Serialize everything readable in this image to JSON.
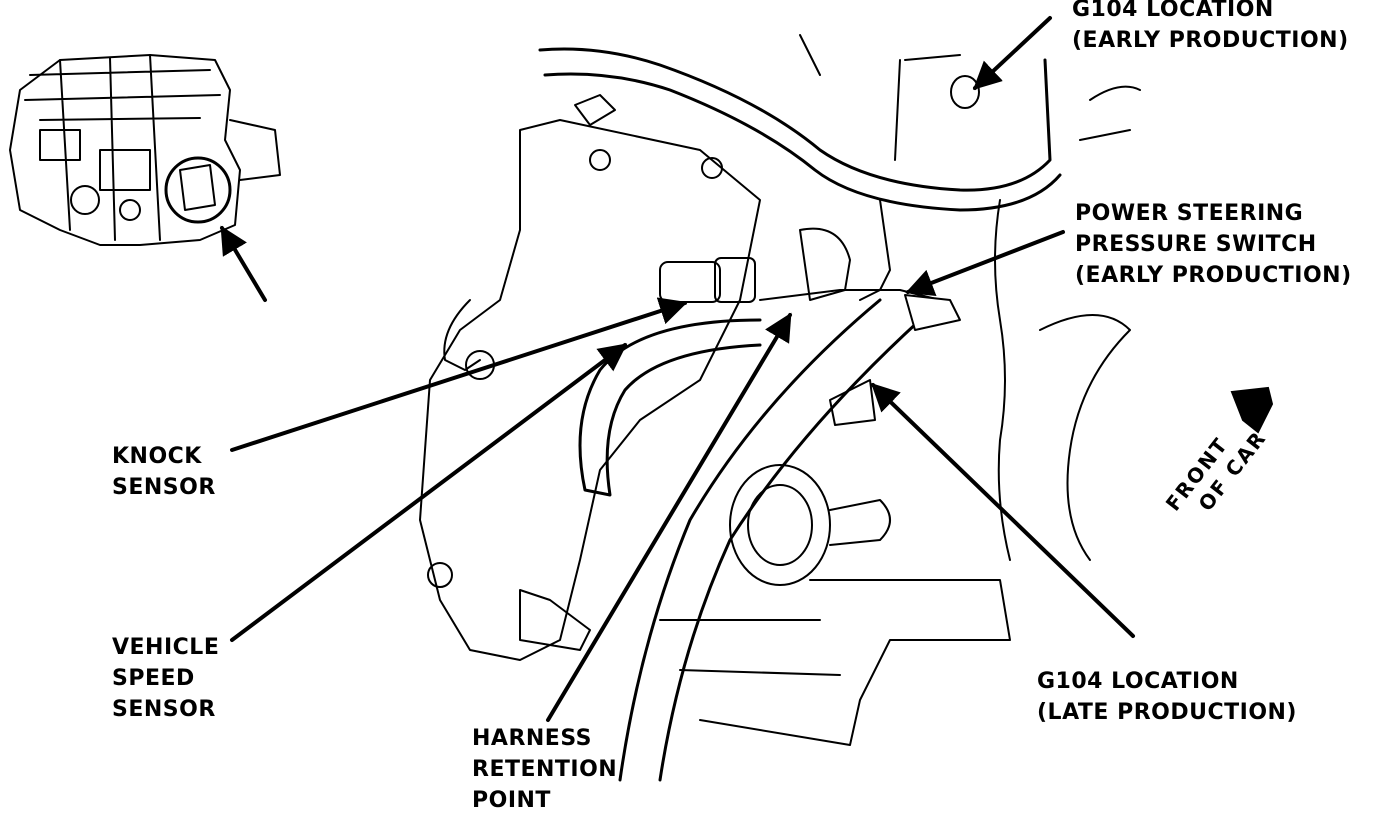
{
  "callouts": {
    "g104_early": [
      "G104 LOCATION",
      "(EARLY PRODUCTION)"
    ],
    "ps_switch": [
      "POWER STEERING",
      "PRESSURE SWITCH",
      "(EARLY PRODUCTION)"
    ],
    "knock": [
      "KNOCK",
      "SENSOR"
    ],
    "vss": [
      "VEHICLE",
      "SPEED",
      "SENSOR"
    ],
    "harness": [
      "HARNESS",
      "RETENTION",
      "POINT"
    ],
    "g104_late": [
      "G104 LOCATION",
      "(LATE PRODUCTION)"
    ],
    "front": [
      "FRONT",
      "OF CAR"
    ]
  }
}
